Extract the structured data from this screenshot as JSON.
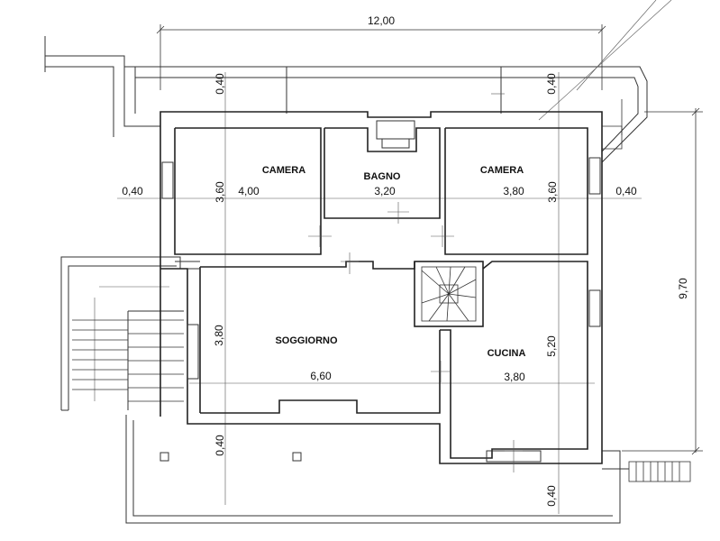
{
  "rooms": {
    "camera_left": "CAMERA",
    "bagno": "BAGNO",
    "camera_right": "CAMERA",
    "soggiorno": "SOGGIORNO",
    "cucina": "CUCINA"
  },
  "dimensions": {
    "overall_width": "12,00",
    "overall_height": "9,70",
    "top_strip_left": "0,40",
    "top_strip_right": "0,40",
    "left_wall": "0,40",
    "right_wall": "0,40",
    "camera_left_depth": "3,60",
    "camera_left_width": "4,00",
    "bagno_width": "3,20",
    "camera_right_width": "3,80",
    "camera_right_depth": "3,60",
    "soggiorno_depth": "3,80",
    "soggiorno_width": "6,60",
    "cucina_width": "3,80",
    "cucina_depth": "5,20",
    "bottom_left": "0,40",
    "bottom_right": "0,40"
  }
}
